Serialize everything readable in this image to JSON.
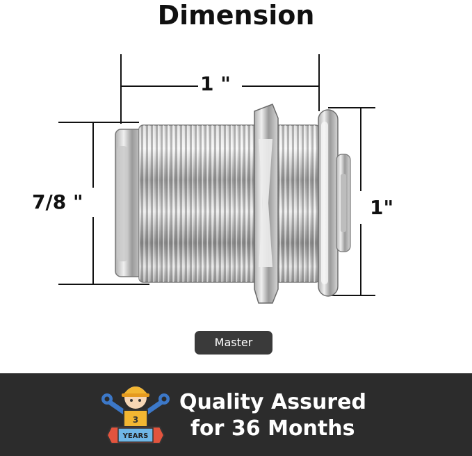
{
  "heading": "Dimension",
  "dimensions": {
    "length": "1 \"",
    "thread_diameter": "7/8 \"",
    "flange_diameter": "1\""
  },
  "variant": {
    "label": "Master"
  },
  "banner": {
    "line1": "Quality Assured",
    "line2": "for 36 Months",
    "badge_number": "3",
    "badge_text": "YEARS"
  },
  "colors": {
    "banner_bg": "#2c2c2c",
    "button_bg": "#3a3a3a",
    "badge_yellow": "#f2b632",
    "ribbon_red": "#e2543e"
  }
}
